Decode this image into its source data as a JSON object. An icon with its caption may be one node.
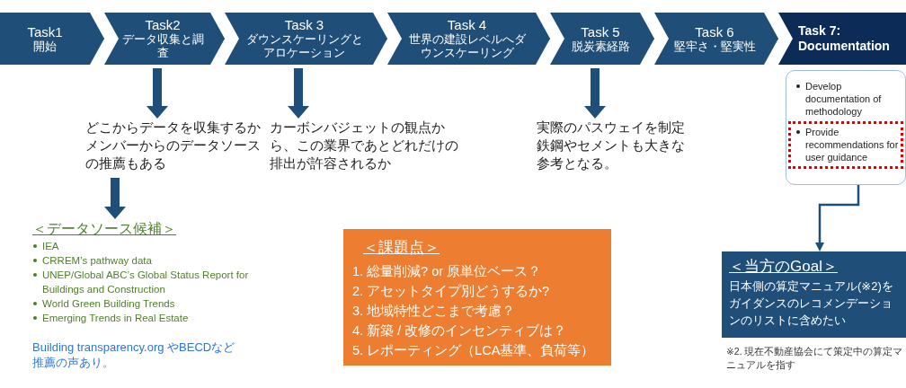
{
  "diagram": {
    "nodes": [
      {
        "text": [
          "Task1",
          "開始"
        ]
      },
      {
        "text": [
          "Task2",
          "データ収集と調査"
        ]
      },
      {
        "text": [
          "Task 3",
          "ダウンスケーリングとアロケーション"
        ]
      },
      {
        "text": [
          "Task 4",
          "世界の建設レベルへダウンスケーリング"
        ]
      },
      {
        "text": [
          "Task 5",
          "脱炭素経路"
        ]
      },
      {
        "text": [
          "Task 6",
          "堅牢さ・堅実性"
        ]
      },
      {
        "text": [
          "Task 7: Documentation"
        ]
      },
      {
        "text": [
          "Develop documentation of methodology"
        ]
      },
      {
        "text": [
          "Provide recommendations for user guidance"
        ],
        "in": 7
      },
      {
        "text": [
          "どこからデータを収集するかメンバーからのデータソースの推薦もある"
        ]
      },
      {
        "text": [
          "＜データソース候補＞",
          "IEA",
          "CRREM’s pathway data",
          "UNEP/Global ABC’s Global Status Report for Buildings and Construction",
          "World Green Building Trends",
          "Emerging Trends in Real Estate"
        ]
      },
      {
        "text": [
          "カーボンバジェットの観点から、この業界であとどれだけの排出が許容されるか"
        ]
      },
      {
        "text": [
          "実際のパスウェイを制定鉄鋼やセメントも大きな参考となる。"
        ]
      },
      {
        "text": [
          "＜課題点＞",
          "1. 総量削減? or 原単位ベース？",
          "2. アセットタイプ別どうするか?",
          "3. 地域特性どこまで考慮？",
          "4. 新築 / 改修のインセンティブは？",
          "5. レポーティング（LCA基準、負荷等）"
        ]
      },
      {
        "text": [
          "＜当方のGoal＞",
          "日本側の算定マニュアル(※2)をガイダンスのレコメンデーションのリストに含めたい"
        ]
      }
    ],
    "edges": [
      {
        "from": 0,
        "to": 1,
        "arrow": "to"
      },
      {
        "from": 1,
        "to": 2,
        "arrow": "to"
      },
      {
        "from": 2,
        "to": 3,
        "arrow": "to"
      },
      {
        "from": 3,
        "to": 4,
        "arrow": "to"
      },
      {
        "from": 4,
        "to": 5,
        "arrow": "to"
      },
      {
        "from": 5,
        "to": 6,
        "arrow": "to"
      },
      {
        "from": 1,
        "to": 9,
        "arrow": "to",
        "style": "thick"
      },
      {
        "from": 9,
        "to": 10,
        "arrow": "to",
        "style": "thick"
      },
      {
        "from": 2,
        "to": 11,
        "arrow": "to",
        "style": "thick"
      },
      {
        "from": 4,
        "to": 12,
        "arrow": "to",
        "style": "thick"
      },
      {
        "from": 8,
        "to": 14,
        "arrow": "to"
      }
    ],
    "labels": [
      "Building transparency.org やBECDなど推薦の声あり。",
      "※2. 現在不動産協会にて策定中の算定マニュアルを指す"
    ]
  }
}
